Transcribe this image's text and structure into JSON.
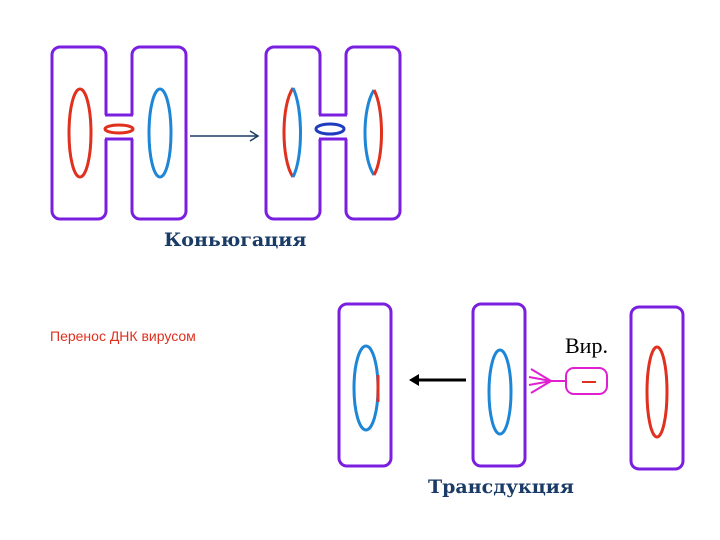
{
  "captions": {
    "conjugation": "Коньюгация",
    "transduction": "Трансдукция",
    "virus_transfer": "Перенос ДНК вирусом",
    "virus_label": "Вир."
  },
  "colors": {
    "cell_wall": "#7a1fe0",
    "donor_dna": "#e0301e",
    "recipient_dna": "#1e86d6",
    "plasmid_dark": "#1e3cc0",
    "virus": "#e020d0",
    "arrow": "#1a3b66",
    "caption": "#1a3b66"
  },
  "icons": [
    "arrow-right-icon",
    "arrow-left-icon",
    "virus-icon"
  ]
}
